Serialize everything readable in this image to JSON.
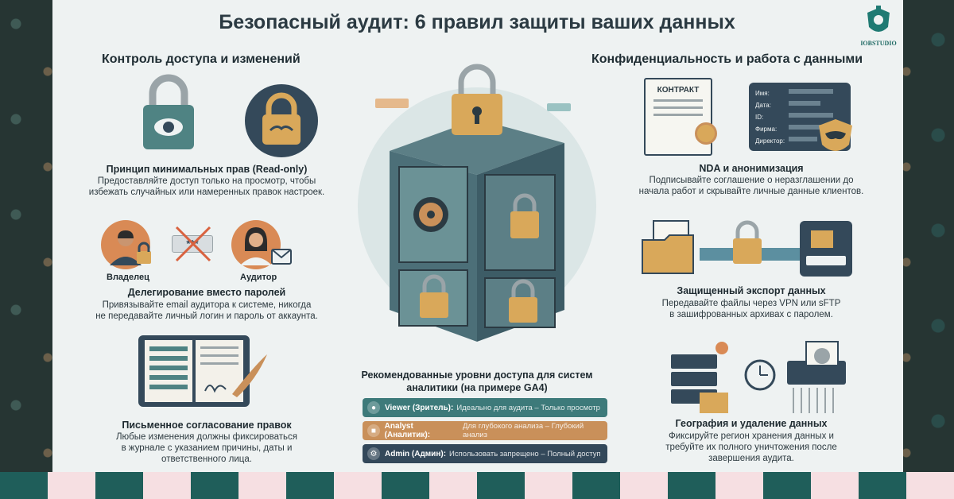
{
  "title": "Безопасный аудит: 6 правил защиты ваших данных",
  "logo": {
    "text": "IOBSTUDIO"
  },
  "left": {
    "heading": "Контроль доступа и изменений",
    "block1": {
      "title": "Принцип минимальных прав (Read-only)",
      "desc_line1": "Предоставляйте доступ только на просмотр, чтобы",
      "desc_line2": "избежать случайных или намеренных правок настроек."
    },
    "roles": {
      "owner": "Владелец",
      "auditor": "Аудитор",
      "password_mask": "***"
    },
    "block2": {
      "title": "Делегирование вместо паролей",
      "desc_line1": "Привязывайте email аудитора к системе, никогда",
      "desc_line2": "не передавайте личный логин и пароль от аккаунта."
    },
    "block3": {
      "title": "Письменное согласование правок",
      "desc_line1": "Любые изменения должны фиксироваться",
      "desc_line2": "в журнале с указанием причины, даты и",
      "desc_line3": "ответственного лица."
    }
  },
  "right": {
    "heading": "Конфиденциальность и работа с данными",
    "contract_label": "КОНТРАКТ",
    "form_fields": [
      "Имя:",
      "Дата:",
      "ID:",
      "Фирма:",
      "Директор:"
    ],
    "block1": {
      "title": "NDA и анонимизация",
      "desc_line1": "Подписывайте соглашение о неразглашении до",
      "desc_line2": "начала работ и скрывайте личные данные клиентов."
    },
    "block2": {
      "title": "Защищенный экспорт данных",
      "desc_line1": "Передавайте файлы через VPN или sFTP",
      "desc_line2": "в зашифрованных архивах с паролем."
    },
    "block3": {
      "title": "География и удаление данных",
      "desc_line1": "Фиксируйте регион хранения данных и",
      "desc_line2": "требуйте их полного уничтожения после",
      "desc_line3": "завершения аудита."
    }
  },
  "center": {
    "levels_title_line1": "Рекомендованные уровни доступа для систем",
    "levels_title_line2": "аналитики (на примере GA4)",
    "levels": [
      {
        "name": "Viewer (Зритель):",
        "desc": "Идеально для аудита – Только просмотр",
        "color": "#3d7a7a"
      },
      {
        "name": "Analyst (Аналитик):",
        "desc": "Для глубокого анализа – Глубокий анализ",
        "color": "#c9905a"
      },
      {
        "name": "Admin (Админ):",
        "desc": "Использовать запрещено – Полный доступ",
        "color": "#33485a"
      }
    ]
  },
  "colors": {
    "teal": "#3d6b70",
    "gold": "#d9a85a",
    "dark": "#34495a",
    "checker_a": "#1f5e5a",
    "checker_b": "#f6dfe2"
  }
}
